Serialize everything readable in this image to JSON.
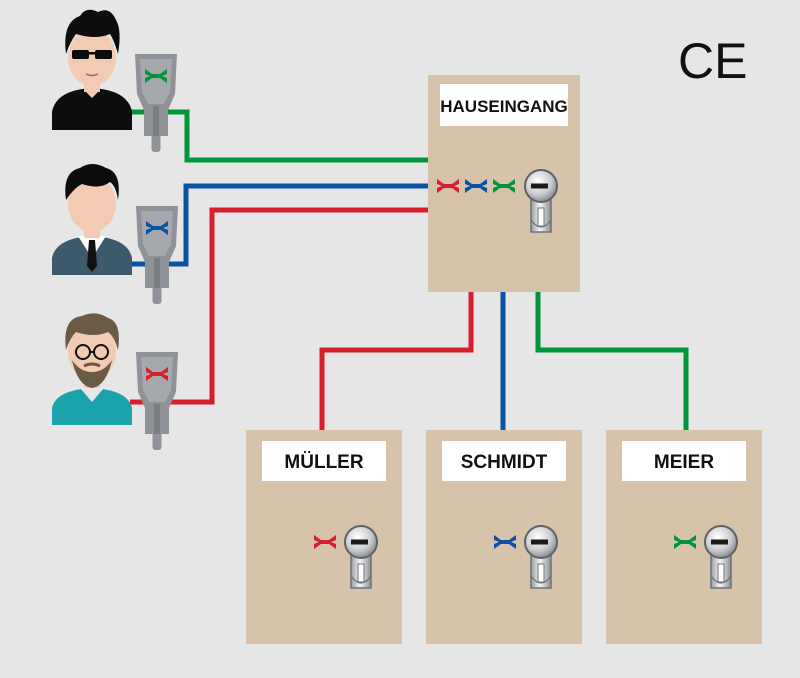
{
  "ce_mark": "CE",
  "entrance": {
    "label": "HAUSEINGANG"
  },
  "apartments": [
    {
      "label": "MÜLLER"
    },
    {
      "label": "SCHMIDT"
    },
    {
      "label": "MEIER"
    }
  ],
  "colors": {
    "background": "#e6e6e6",
    "door": "#d7c3a9",
    "green": "#00953a",
    "blue": "#0a52a2",
    "red": "#d81e2c",
    "key": "#8f9296",
    "skin": "#f3cbb2"
  },
  "icons": [
    "person-icon",
    "key-icon",
    "lock-cylinder-icon",
    "key-profile-icon"
  ]
}
